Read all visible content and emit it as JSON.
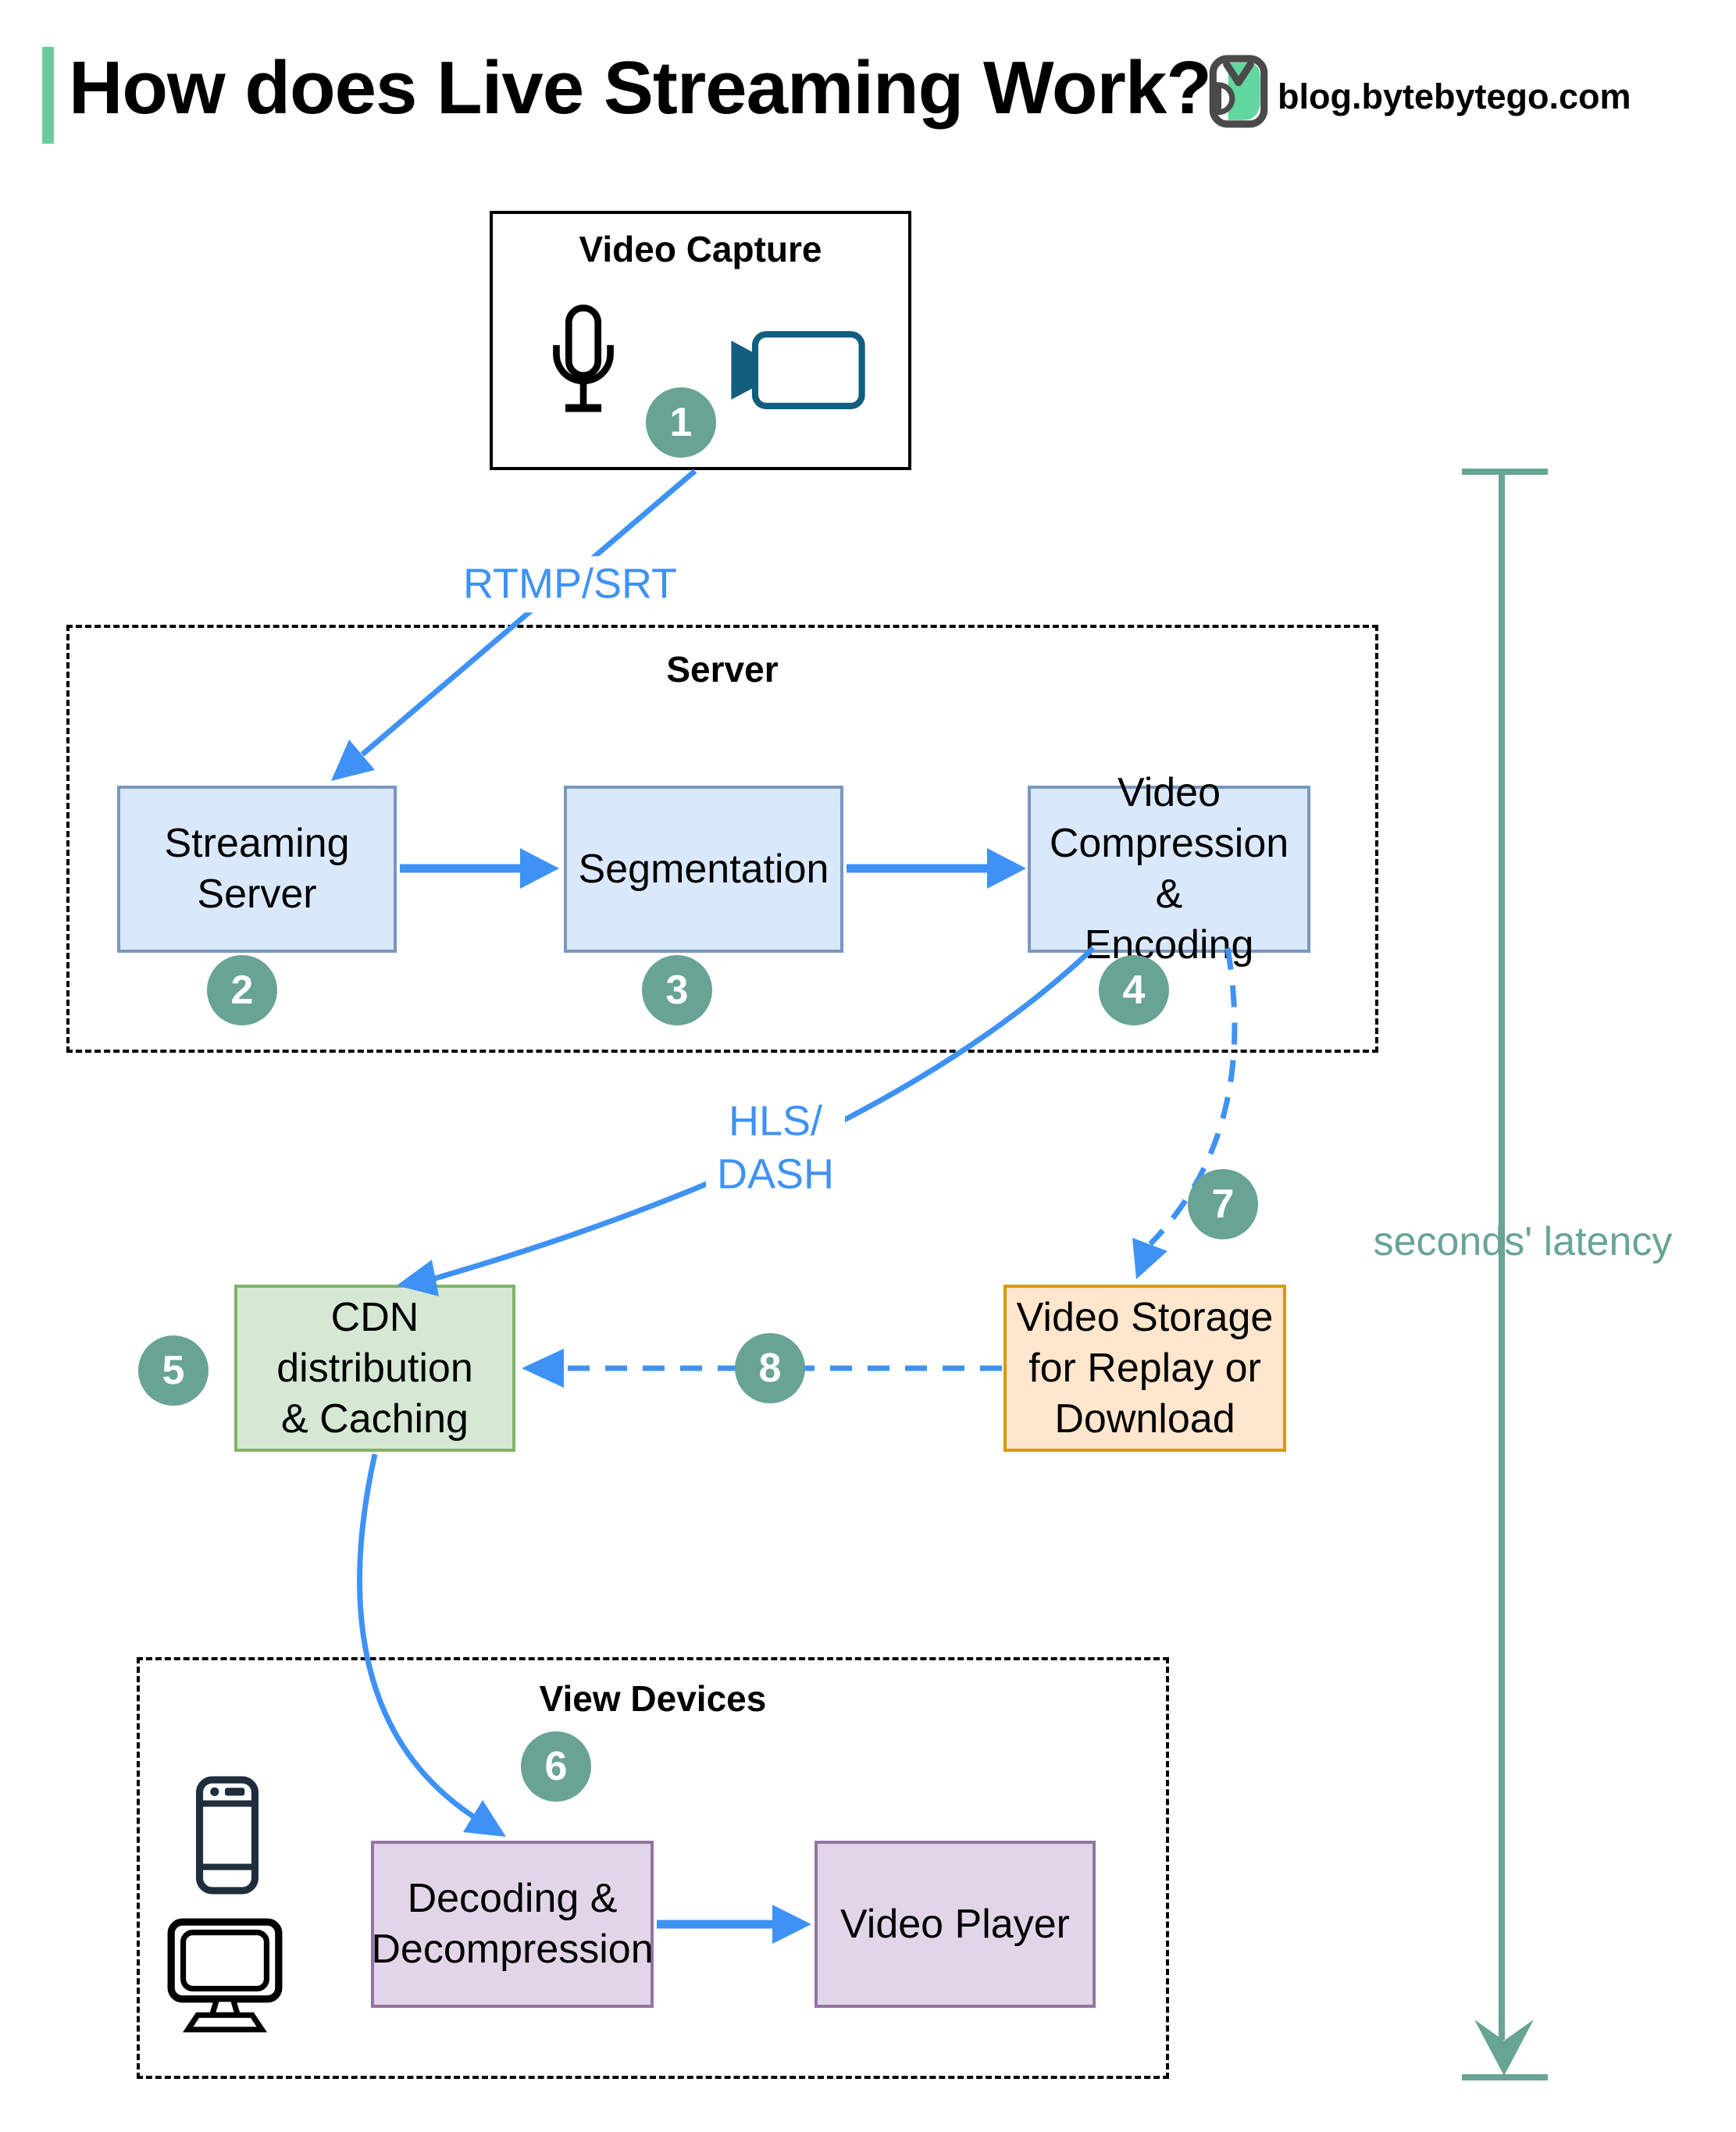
{
  "header": {
    "title": "How does Live Streaming Work?",
    "site": "blog.bytebytego.com"
  },
  "containers": {
    "video_capture": {
      "title": "Video Capture"
    },
    "server": {
      "title": "Server"
    },
    "view_devices": {
      "title": "View Devices"
    }
  },
  "nodes": {
    "streaming_server": {
      "label": "Streaming\nServer"
    },
    "segmentation": {
      "label": "Segmentation"
    },
    "video_compression": {
      "label": "Video\nCompression &\nEncoding"
    },
    "cdn": {
      "label": "CDN distribution\n& Caching"
    },
    "video_storage": {
      "label": "Video Storage\nfor Replay or\nDownload"
    },
    "decoding": {
      "label": "Decoding &\nDecompression"
    },
    "video_player": {
      "label": "Video Player"
    }
  },
  "edges": {
    "rtmp_label": "RTMP/SRT",
    "hls_label": "HLS/\nDASH",
    "latency_label": "seconds' latency"
  },
  "badges": [
    "1",
    "2",
    "3",
    "4",
    "5",
    "6",
    "7",
    "8"
  ],
  "icons": {
    "microphone": {
      "name": "microphone-icon",
      "color": "#000000"
    },
    "video_camera": {
      "name": "video-camera-icon",
      "color": "#115e7e"
    },
    "smartphone": {
      "name": "smartphone-icon",
      "color": "#1f2d3d"
    },
    "monitor": {
      "name": "monitor-icon",
      "color": "#000000"
    },
    "logo": {
      "name": "bytebytego-logo",
      "colors": [
        "#4a4a4a",
        "#62d79f"
      ]
    }
  },
  "colors": {
    "accent_green": "#6acb9e",
    "arrow_blue": "#3f92f5",
    "badge_teal": "#68a396",
    "latency_teal": "#68a496",
    "box_blue_fill": "#dae8fc",
    "box_blue_border": "#7a97bd",
    "box_green_fill": "#d5e8d4",
    "box_green_border": "#82b366",
    "box_orange_fill": "#ffe6cc",
    "box_orange_border": "#d79b00",
    "box_purple_fill": "#e1d5e7",
    "box_purple_border": "#9673a6"
  }
}
